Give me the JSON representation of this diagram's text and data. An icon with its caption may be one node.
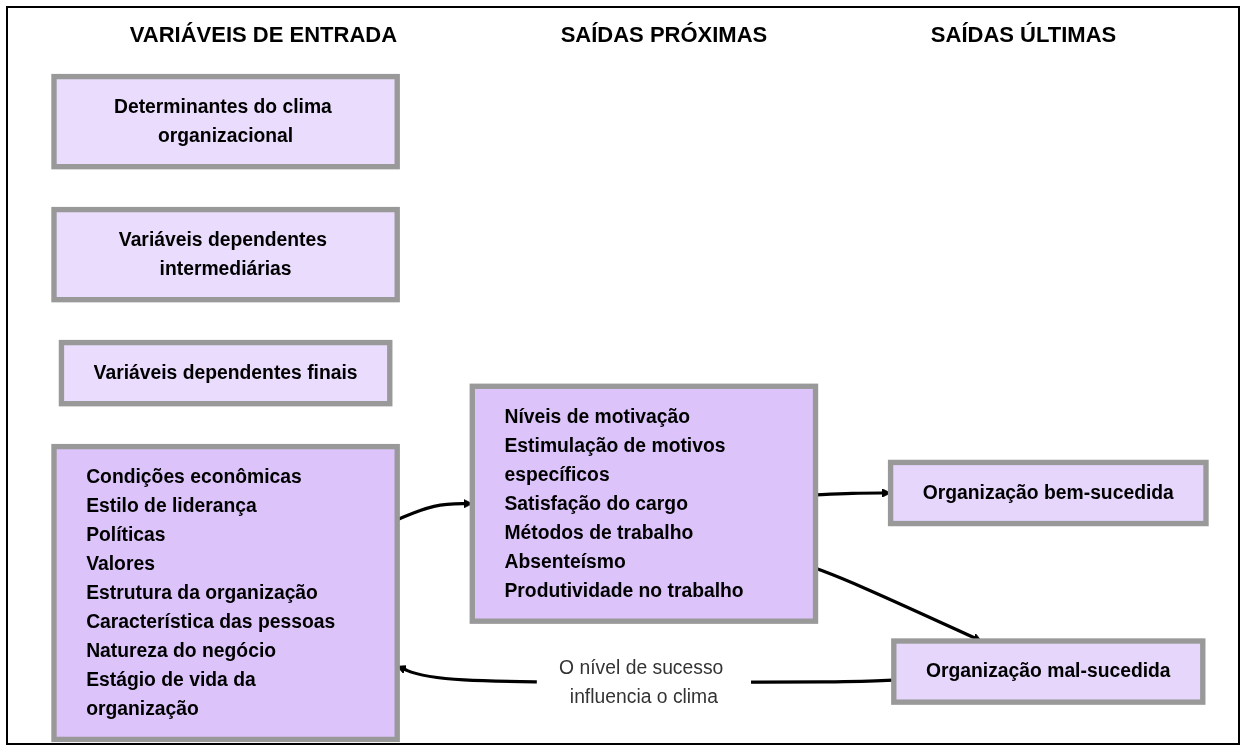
{
  "diagram": {
    "nodes": [
      {
        "text": [
          "Determinantes do clima organizacional"
        ]
      },
      {
        "text": [
          "Variáveis dependentes intermediárias"
        ]
      },
      {
        "text": [
          "Variáveis dependentes finais"
        ]
      },
      {
        "text": [
          "Condições econômicas",
          "Estilo de liderança",
          "Políticas",
          "Valores",
          "Estrutura da organização",
          "Característica das pessoas",
          "Natureza do negócio",
          "Estágio de vida da organização"
        ]
      },
      {
        "text": [
          "Níveis de motivação",
          "Estimulação de motivos específicos",
          "Satisfação do cargo",
          "Métodos de trabalho",
          "Absenteísmo",
          "Produtividade no trabalho"
        ]
      },
      {
        "text": [
          "Organização bem-sucedida"
        ]
      },
      {
        "text": [
          "Organização mal-sucedida"
        ]
      }
    ],
    "edges": [
      {
        "from": 3,
        "to": 4,
        "arrow": "to"
      },
      {
        "from": 4,
        "to": 5,
        "arrow": "to"
      },
      {
        "from": 4,
        "to": 6,
        "arrow": "to"
      },
      {
        "from": 6,
        "to": 3,
        "arrow": "to",
        "label": "O nível de sucesso influencia o clima"
      }
    ],
    "labels": [
      "VARIÁVEIS DE ENTRADA",
      "SAÍDAS PRÓXIMAS",
      "SAÍDAS ÚLTIMAS"
    ]
  }
}
